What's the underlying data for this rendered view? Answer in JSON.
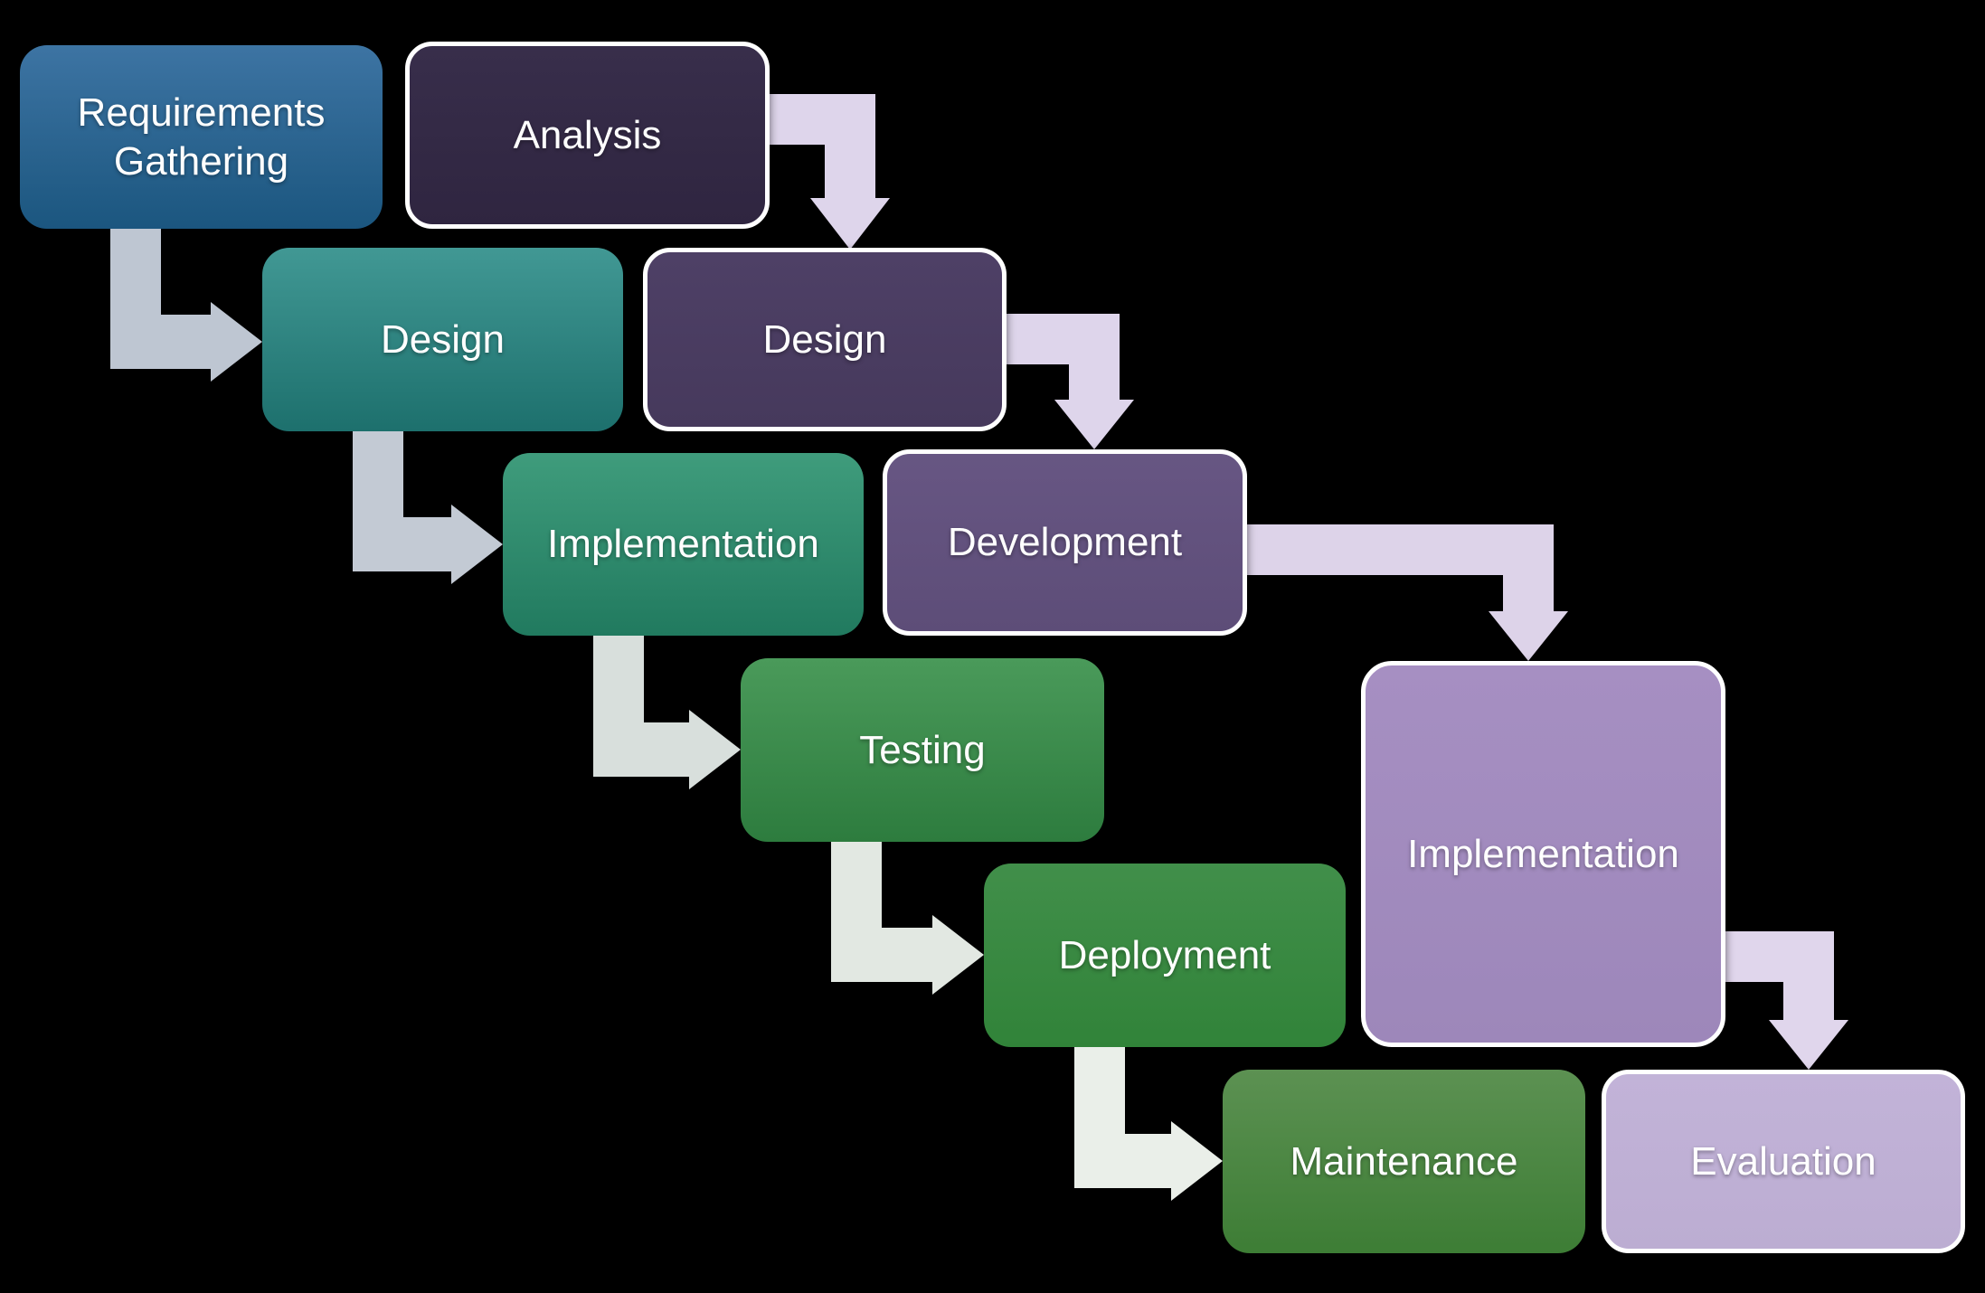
{
  "canvas": {
    "background": "#000000",
    "text_color": "#ffffff"
  },
  "diagram": {
    "type": "waterfall-process-comparison",
    "left_flow": {
      "nodes": [
        {
          "id": "requirements-gathering",
          "label": "Requirements Gathering",
          "fill_top": "#3d74a3",
          "fill_bottom": "#1b567f"
        },
        {
          "id": "design",
          "label": "Design",
          "fill_top": "#419894",
          "fill_bottom": "#1d706d"
        },
        {
          "id": "implementation",
          "label": "Implementation",
          "fill_top": "#3f9c7c",
          "fill_bottom": "#217a5f"
        },
        {
          "id": "testing",
          "label": "Testing",
          "fill_top": "#4a9a5a",
          "fill_bottom": "#2d7c3e"
        },
        {
          "id": "deployment",
          "label": "Deployment",
          "fill_top": "#418f4a",
          "fill_bottom": "#318339"
        },
        {
          "id": "maintenance",
          "label": "Maintenance",
          "fill_top": "#5c9152",
          "fill_bottom": "#3d7d35"
        }
      ],
      "arrows": [
        {
          "id": "requirements-to-design",
          "color": "#bec6d2"
        },
        {
          "id": "design-to-implementation",
          "color": "#c3cad4"
        },
        {
          "id": "implementation-to-testing",
          "color": "#d8dfdc"
        },
        {
          "id": "testing-to-deployment",
          "color": "#e2e8e2"
        },
        {
          "id": "deployment-to-maintenance",
          "color": "#eaefe9"
        }
      ]
    },
    "right_flow": {
      "border_color": "#ffffff",
      "nodes": [
        {
          "id": "analysis",
          "label": "Analysis",
          "fill": "#332944"
        },
        {
          "id": "design",
          "label": "Design",
          "fill": "#4b3d62"
        },
        {
          "id": "development",
          "label": "Development",
          "fill": "#63527f"
        },
        {
          "id": "implementation",
          "label": "Implementation",
          "fill": "#a38dbf"
        },
        {
          "id": "evaluation",
          "label": "Evaluation",
          "fill": "#c0b1d6"
        }
      ],
      "arrows": [
        {
          "id": "analysis-to-design",
          "color": "#ded5eb"
        },
        {
          "id": "design-to-development",
          "color": "#ded5eb"
        },
        {
          "id": "development-to-implementation",
          "color": "#ddd3e9"
        },
        {
          "id": "implementation-to-evaluation",
          "color": "#e0d6ec"
        }
      ]
    }
  }
}
